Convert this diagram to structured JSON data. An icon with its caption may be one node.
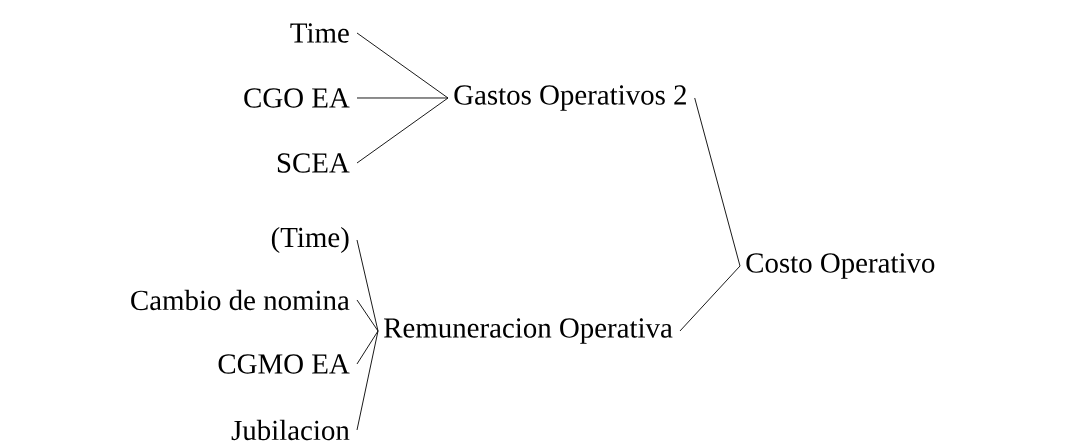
{
  "diagram": {
    "nodes": [
      {
        "text": [
          "Time"
        ]
      },
      {
        "text": [
          "CGO EA"
        ]
      },
      {
        "text": [
          "Gastos Operativos 2"
        ]
      },
      {
        "text": [
          "SCEA"
        ]
      },
      {
        "text": [
          "(Time)"
        ]
      },
      {
        "text": [
          "Costo Operativo"
        ]
      },
      {
        "text": [
          "Cambio de nomina"
        ]
      },
      {
        "text": [
          "Remuneracion Operativa"
        ]
      },
      {
        "text": [
          "CGMO EA"
        ]
      },
      {
        "text": [
          "Jubilacion"
        ]
      }
    ],
    "edges": [
      {
        "from": 0,
        "to": 2,
        "arrow": "none"
      },
      {
        "from": 1,
        "to": 2,
        "arrow": "none"
      },
      {
        "from": 3,
        "to": 2,
        "arrow": "none"
      },
      {
        "from": 4,
        "to": 7,
        "arrow": "none"
      },
      {
        "from": 6,
        "to": 7,
        "arrow": "none"
      },
      {
        "from": 8,
        "to": 7,
        "arrow": "none"
      },
      {
        "from": 9,
        "to": 7,
        "arrow": "none"
      },
      {
        "from": 2,
        "to": 5,
        "arrow": "none"
      },
      {
        "from": 7,
        "to": 5,
        "arrow": "none"
      }
    ]
  }
}
